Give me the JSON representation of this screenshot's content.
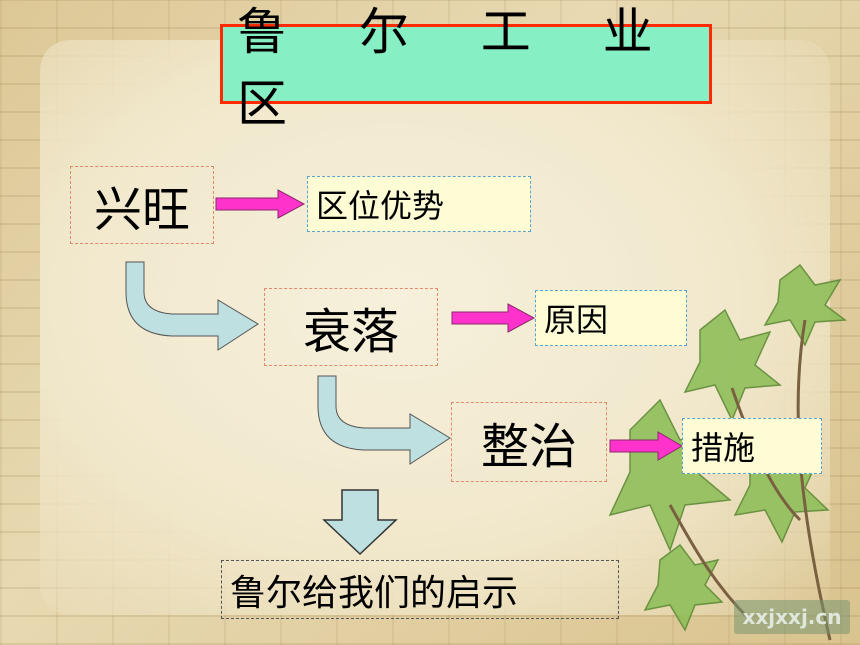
{
  "title": "鲁 尔 工 业 区",
  "stages": [
    {
      "label": "兴旺",
      "detail": "区位优势"
    },
    {
      "label": "衰落",
      "detail": "原因"
    },
    {
      "label": "整治",
      "detail": "措施"
    }
  ],
  "conclusion": "鲁尔给我们的启示",
  "watermark": "xxjxxj.cn",
  "colors": {
    "title_bg": "#87efc4",
    "title_border": "#ff2a00",
    "arrow_pink": "#ff33cc",
    "flow_arrow": "#bfe0e0",
    "label_bg": "#fdfcd5"
  }
}
